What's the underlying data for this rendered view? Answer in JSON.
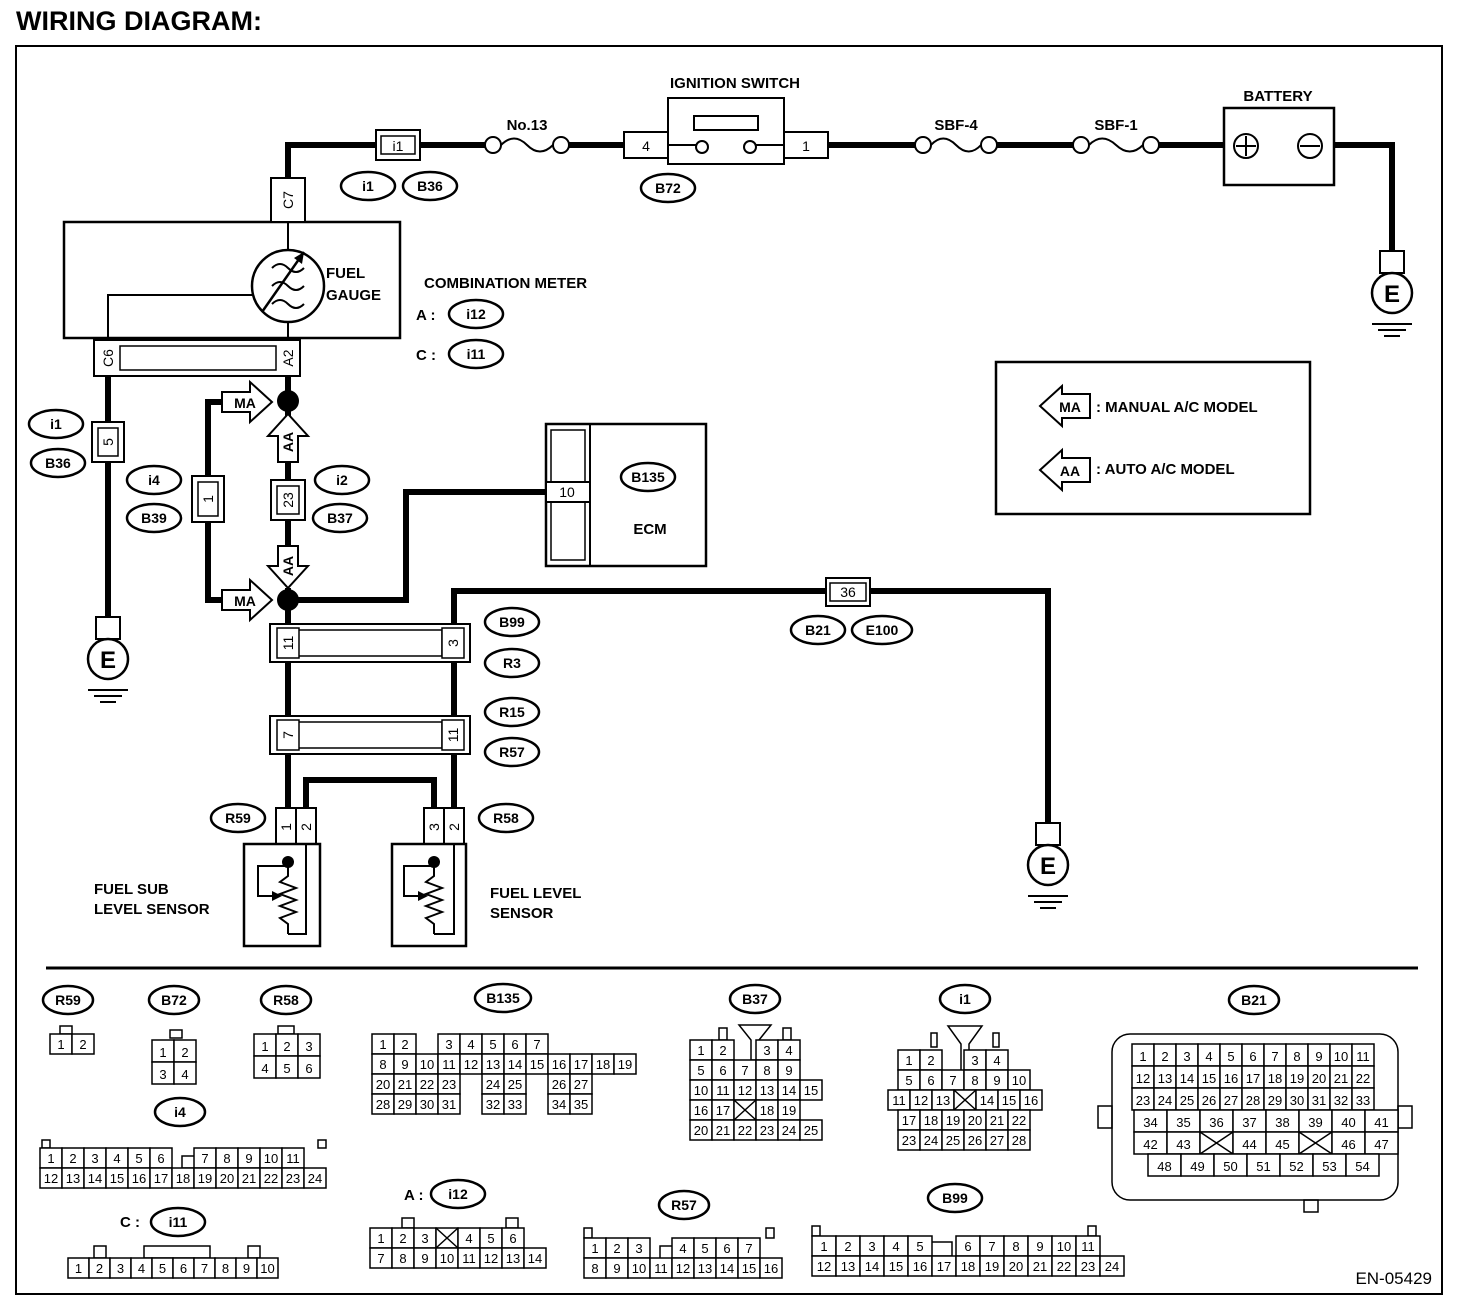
{
  "title": "WIRING DIAGRAM:",
  "doc_id": "EN-05429",
  "components": {
    "ignition_switch": "IGNITION SWITCH",
    "battery": "BATTERY",
    "fuse_no13": "No.13",
    "sbf4": "SBF-4",
    "sbf1": "SBF-1",
    "fuel_gauge_1": "FUEL",
    "fuel_gauge_2": "GAUGE",
    "combination_meter": "COMBINATION METER",
    "meter_a": "A :",
    "meter_c": "C :",
    "ecm": "ECM",
    "fuel_sub_1": "FUEL SUB",
    "fuel_sub_2": "LEVEL SENSOR",
    "fuel_level_1": "FUEL LEVEL",
    "fuel_level_2": "SENSOR",
    "ground": "E"
  },
  "legend": {
    "ma_code": "MA",
    "ma_text": ": MANUAL A/C MODEL",
    "aa_code": "AA",
    "aa_text": ": AUTO A/C MODEL"
  },
  "tags": {
    "i1": "i1",
    "b36": "B36",
    "b72": "B72",
    "i12": "i12",
    "i11": "i11",
    "i4": "i4",
    "b39": "B39",
    "i2": "i2",
    "b37": "B37",
    "b135": "B135",
    "b99": "B99",
    "r3": "R3",
    "r15": "R15",
    "r57": "R57",
    "b21": "B21",
    "e100": "E100",
    "r59": "R59",
    "r58": "R58"
  },
  "pins": {
    "i1": "i1",
    "c7": "C7",
    "c6": "C6",
    "a2": "A2",
    "p1": "1",
    "p2": "2",
    "p3": "3",
    "p4": "4",
    "p5": "5",
    "p7": "7",
    "p10": "10",
    "p11": "11",
    "p23": "23",
    "p36": "36"
  },
  "connector_views": {
    "r59": [
      [
        "1",
        "2"
      ]
    ],
    "b72": [
      [
        "1",
        "2"
      ],
      [
        "3",
        "4"
      ]
    ],
    "r58": [
      [
        "1",
        "2",
        "3"
      ],
      [
        "4",
        "5",
        "6"
      ]
    ],
    "b135": [
      [
        "1",
        "2",
        "",
        "3",
        "4",
        "5",
        "6",
        "7"
      ],
      [
        "8",
        "9",
        "10",
        "11",
        "12",
        "13",
        "14",
        "15",
        "16",
        "17",
        "18",
        "19"
      ],
      [
        "20",
        "21",
        "22",
        "23",
        "",
        "24",
        "25",
        "",
        "26",
        "27"
      ],
      [
        "28",
        "29",
        "30",
        "31",
        "",
        "32",
        "33",
        "",
        "34",
        "35"
      ]
    ],
    "b37": [
      [
        "1",
        "2",
        "",
        "3",
        "4"
      ],
      [
        "5",
        "6",
        "7",
        "8",
        "9"
      ],
      [
        "10",
        "11",
        "12",
        "13",
        "14",
        "15"
      ],
      [
        "16",
        "17",
        "×",
        "18",
        "19"
      ],
      [
        "20",
        "21",
        "22",
        "23",
        "24",
        "25"
      ]
    ],
    "i1": [
      [
        "1",
        "2",
        "",
        "3",
        "4"
      ],
      [
        "5",
        "6",
        "7",
        "8",
        "9",
        "10"
      ],
      [
        "11",
        "12",
        "13",
        "×",
        "14",
        "15",
        "16"
      ],
      [
        "17",
        "18",
        "19",
        "20",
        "21",
        "22"
      ],
      [
        "23",
        "24",
        "25",
        "26",
        "27",
        "28"
      ]
    ],
    "b21": [
      [
        "1",
        "2",
        "3",
        "4",
        "5",
        "6",
        "7",
        "8",
        "9",
        "10",
        "11"
      ],
      [
        "12",
        "13",
        "14",
        "15",
        "16",
        "17",
        "18",
        "19",
        "20",
        "21",
        "22"
      ],
      [
        "23",
        "24",
        "25",
        "26",
        "27",
        "28",
        "29",
        "30",
        "31",
        "32",
        "33"
      ],
      [
        "34",
        "35",
        "36",
        "37",
        "38",
        "39",
        "40",
        "41"
      ],
      [
        "42",
        "43",
        "×",
        "44",
        "45",
        "×",
        "46",
        "47"
      ],
      [
        "48",
        "49",
        "50",
        "51",
        "52",
        "53",
        "54"
      ]
    ],
    "i4": [
      [
        "1",
        "2",
        "3",
        "4",
        "5",
        "6",
        "",
        "7",
        "8",
        "9",
        "10",
        "11"
      ],
      [
        "12",
        "13",
        "14",
        "15",
        "16",
        "17",
        "18",
        "19",
        "20",
        "21",
        "22",
        "23",
        "24"
      ]
    ],
    "i11": [
      [
        "1",
        "2",
        "3",
        "4",
        "5",
        "6",
        "7",
        "8",
        "9",
        "10"
      ]
    ],
    "i12": [
      [
        "1",
        "2",
        "3",
        "×",
        "4",
        "5",
        "6"
      ],
      [
        "7",
        "8",
        "9",
        "10",
        "11",
        "12",
        "13",
        "14"
      ]
    ],
    "r57": [
      [
        "1",
        "2",
        "3",
        "",
        "4",
        "5",
        "6",
        "7"
      ],
      [
        "8",
        "9",
        "10",
        "11",
        "12",
        "13",
        "14",
        "15",
        "16"
      ]
    ],
    "b99": [
      [
        "1",
        "2",
        "3",
        "4",
        "5",
        "",
        "6",
        "7",
        "8",
        "9",
        "10",
        "11"
      ],
      [
        "12",
        "13",
        "14",
        "15",
        "16",
        "17",
        "18",
        "19",
        "20",
        "21",
        "22",
        "23",
        "24"
      ]
    ]
  }
}
